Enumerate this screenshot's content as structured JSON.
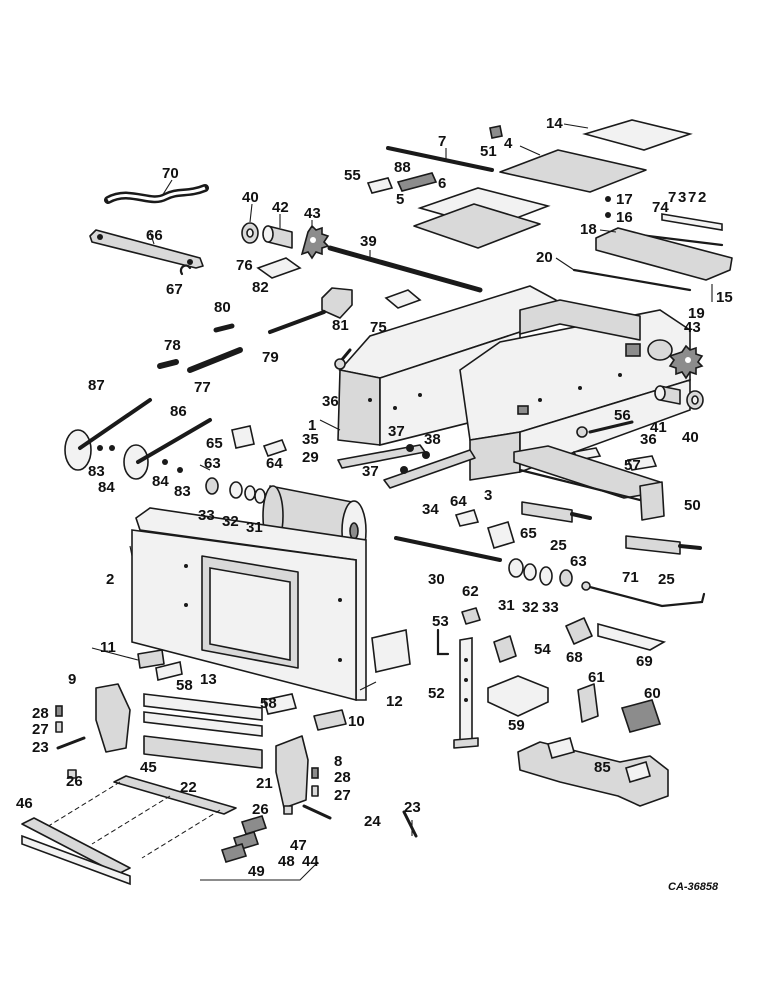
{
  "drawing_ref": "CA-36858",
  "callouts": [
    "70",
    "66",
    "67",
    "40",
    "42",
    "43",
    "76",
    "82",
    "81",
    "55",
    "88",
    "6",
    "5",
    "7",
    "51",
    "4",
    "14",
    "17",
    "16",
    "18",
    "7",
    "3",
    "7",
    "2",
    "74",
    "15",
    "39",
    "20",
    "19",
    "80",
    "79",
    "78",
    "77",
    "75",
    "1",
    "36",
    "87",
    "86",
    "65",
    "64",
    "29",
    "35",
    "37",
    "38",
    "43",
    "56",
    "36",
    "41",
    "40",
    "63",
    "33",
    "32",
    "31",
    "37",
    "34",
    "3",
    "57",
    "50",
    "83",
    "84",
    "84",
    "83",
    "64",
    "65",
    "25",
    "25",
    "2",
    "30",
    "31",
    "32",
    "33",
    "63",
    "62",
    "53",
    "54",
    "68",
    "69",
    "71",
    "11",
    "58",
    "13",
    "9",
    "28",
    "27",
    "23",
    "26",
    "12",
    "52",
    "59",
    "61",
    "60",
    "58",
    "10",
    "8",
    "28",
    "27",
    "22",
    "21",
    "45",
    "46",
    "26",
    "24",
    "23",
    "85",
    "47",
    "48",
    "44",
    "49"
  ]
}
